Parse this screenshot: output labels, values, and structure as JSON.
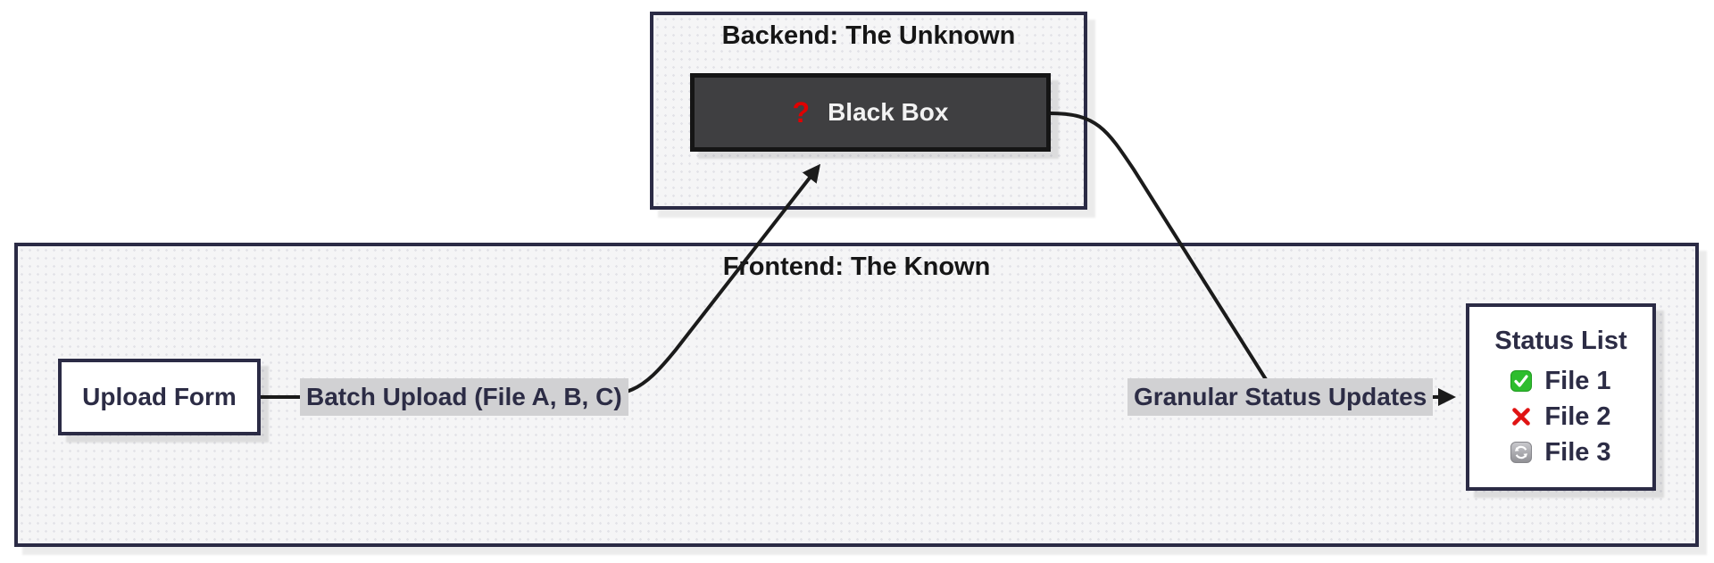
{
  "backend_cluster": {
    "title": "Backend: The Unknown"
  },
  "frontend_cluster": {
    "title": "Frontend: The Known"
  },
  "black_box": {
    "question_mark": "?",
    "label": "Black Box"
  },
  "upload_form": {
    "label": "Upload Form"
  },
  "edges": {
    "batch_upload_label": "Batch Upload (File A, B, C)",
    "granular_status_label": "Granular Status Updates"
  },
  "status_list": {
    "title": "Status List",
    "items": [
      {
        "icon": "success-check-icon",
        "label": "File 1"
      },
      {
        "icon": "error-cross-icon",
        "label": "File 2"
      },
      {
        "icon": "loading-sync-icon",
        "label": "File 3"
      }
    ]
  },
  "colors": {
    "border_navy": "#2b2b45",
    "text_navy": "#2c2c45",
    "edge_black": "#1b1b1b",
    "cluster_fill": "#f5f5f6",
    "edge_label_bg": "#d1d1d3",
    "black_box_fill": "#3f3f41",
    "black_box_border": "#151515",
    "black_box_text": "#f2f2f2",
    "question_red": "#e00000",
    "success_green": "#2ebd2e",
    "error_red": "#e01313",
    "loading_silver": "#a9a9ad"
  }
}
